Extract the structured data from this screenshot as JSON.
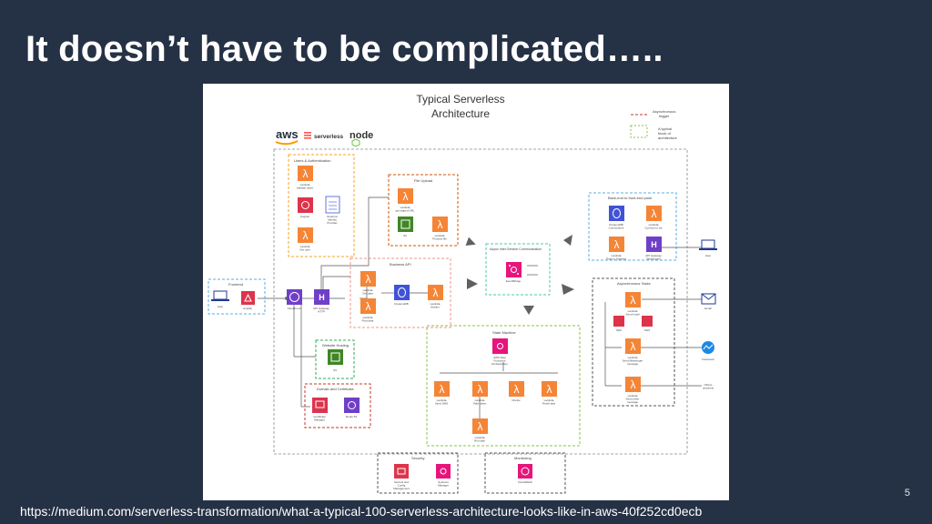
{
  "slide": {
    "title": "It doesn’t have to be complicated…..",
    "page_number": "5",
    "source_url": "https://medium.com/serverless-transformation/what-a-typical-100-serverless-architecture-looks-like-in-aws-40f252cd0ecb"
  },
  "diagram": {
    "title_line1": "Typical Serverless",
    "title_line2": "Architecture",
    "legend": {
      "async_line1": "Asynchronous",
      "async_line2": "trigger",
      "block_line1": "A typical",
      "block_line2": "block of",
      "block_line3": "architecture"
    },
    "logos": {
      "aws": "aws",
      "serverless": "serverless",
      "node": "node"
    },
    "groups": {
      "users_auth": "Users & Authentication",
      "file_upload": "File Upload",
      "backend_push": "Back-end to front-end push",
      "frontend": "Frontend",
      "business_api": "Business API",
      "inter_service": "Async Inter-Service Communication",
      "async_tasks": "Asynchronous Tasks",
      "website_hosting": "Website Hosting",
      "domain_cert": "Domain and Certificate",
      "state_machine": "State Machine",
      "security": "Security",
      "monitoring": "Monitoring"
    },
    "labels": {
      "lambda_auth": "Lambda\nvalidate token",
      "cognito": "Cognito",
      "external_idp": "External\nIdentity\nProvider",
      "lambda_user": "Lambda\nGet user",
      "lambda_upload": "Lambda\nget signed URL",
      "s3_upload": "S3",
      "lambda_process": "Lambda\nProcess file",
      "dynamodb_conn": "DynamoDB\nConnections",
      "lambda_connect": "Lambda\nConnect to ws",
      "lambda_push": "Lambda\nPush to frontend",
      "ws_gateway": "API Gateway\nWebSocket",
      "user_right": "User",
      "user_left": "User",
      "amplify": "Amplify",
      "cloudfront": "CloudFront",
      "api_gateway": "API Gateway\nHTTP",
      "lambda_get": "Lambda\nGet data",
      "lambda_post": "Lambda\nPost data",
      "dynamodb": "DynamoDB",
      "lambda_stream": "Lambda\nStream",
      "eventbridge": "EventBridge",
      "lambda_email": "Lambda\nSend email",
      "ses": "SES",
      "sns": "SNS",
      "lambda_messenger": "Lambda\nSend Messenger\nmessage",
      "lambda_other": "Lambda\nSend other\nmessage",
      "email": "Email",
      "facebook": "Facebook",
      "other_channels": "Others\nchannels",
      "s3_hosting": "S3",
      "cert_manager": "Certificate\nManager",
      "route53": "Route 53",
      "step_functions": "AWS Step\nFunctions\nOrchestration",
      "sm_lambda1": "Lambda\nSend SMS",
      "sm_lambda2": "Lambda\nTake token",
      "sm_choice": "Choice",
      "sm_lambda3": "Lambda\nFinish task",
      "sm_lambda4": "Lambda\nRun task",
      "secrets": "Secrets and\nConfig\nManagement",
      "secrets_mgr": "Systems\nManager",
      "cloudwatch": "CloudWatch"
    }
  },
  "colors": {
    "slide_bg": "#253145",
    "lambda": "#F58536",
    "apigw": "#6F3FC8",
    "s3_green": "#3F8624",
    "dynamodb_blue": "#4053D6",
    "security_red": "#DD344C",
    "eventbridge_pink": "#E7157B"
  }
}
